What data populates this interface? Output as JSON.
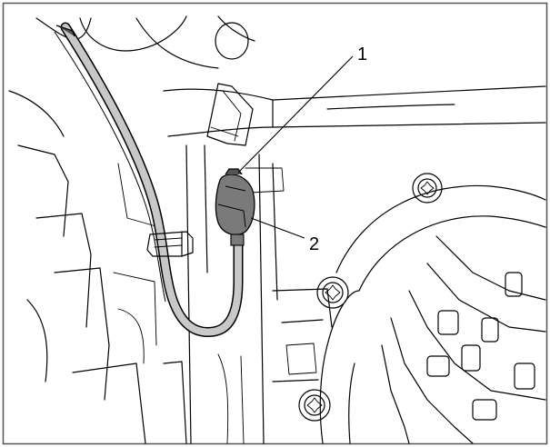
{
  "callouts": [
    {
      "id": "1",
      "label": "1"
    },
    {
      "id": "2",
      "label": "2"
    }
  ],
  "colors": {
    "line": "#000000",
    "background": "#ffffff",
    "harness": "#c8c8c8",
    "sensor": "#7a7a7a",
    "frame": "#555555"
  }
}
